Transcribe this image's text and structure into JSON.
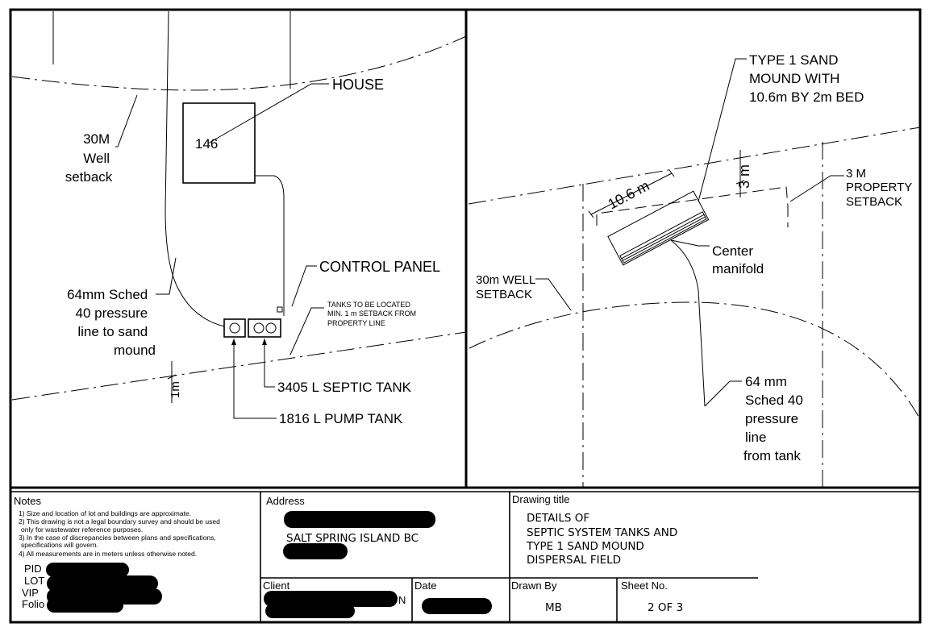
{
  "left_plan": {
    "well_setback": [
      "30M",
      "Well",
      "setback"
    ],
    "house_number": "146",
    "house_label": "HOUSE",
    "control_panel": "CONTROL PANEL",
    "pressure_line": [
      "64mm Sched",
      "40 pressure",
      "line to sand",
      "mound"
    ],
    "tanks_note": [
      "TANKS TO BE LOCATED",
      "MIN. 1 m SETBACK FROM",
      "PROPERTY LINE"
    ],
    "septic_tank": "3405 L SEPTIC TANK",
    "pump_tank": "1816 L PUMP TANK",
    "dim_1m": "1m"
  },
  "right_plan": {
    "mound_label": [
      "TYPE 1 SAND",
      "MOUND WITH",
      "10.6m BY 2m BED"
    ],
    "dim_length": "10.6 m",
    "dim_width": "3 m",
    "property_setback": [
      "3 M",
      "PROPERTY",
      "SETBACK"
    ],
    "well_setback": [
      "30m WELL",
      "SETBACK"
    ],
    "center_manifold": [
      "Center",
      "manifold"
    ],
    "pressure_line": [
      "64 mm",
      "Sched 40",
      "pressure",
      "line",
      "from tank"
    ]
  },
  "title_block": {
    "notes_heading": "Notes",
    "notes": [
      "1) Size and location of lot and buildings are approximate.",
      "2) This drawing is not a legal boundary survey and should be used",
      "only for wastewater reference purposes.",
      "3) In the case of discrepancies between plans and specifications,",
      "specifications will govern.",
      "4) All measurements are in meters unless otherwise noted."
    ],
    "pid_label": "PID",
    "lot_label": "LOT",
    "vip_label": "VIP",
    "folio_label": "Folio",
    "address_label": "Address",
    "address_city": "SALT SPRING ISLAND BC",
    "client_label": "Client",
    "client_suffix": "N",
    "date_label": "Date",
    "drawing_title_label": "Drawing title",
    "drawing_title": [
      "DETAILS OF",
      "SEPTIC SYSTEM TANKS AND",
      "TYPE 1 SAND MOUND",
      "DISPERSAL FIELD"
    ],
    "drawn_by_label": "Drawn By",
    "drawn_by": "MB",
    "sheet_no_label": "Sheet No.",
    "sheet_no": "2 OF 3"
  }
}
